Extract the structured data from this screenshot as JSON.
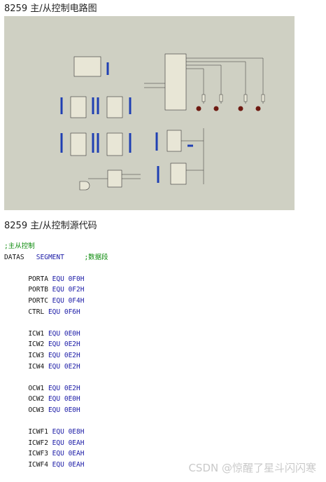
{
  "heading1": "8259 主/从控制电路图",
  "heading2": "8259 主/从控制源代码",
  "code": {
    "comment_line": ";主从控制",
    "segment_name": "DATAS",
    "segment_kw": "SEGMENT",
    "segment_comment": ";数据段",
    "equ_kw": "EQU",
    "groups": [
      [
        {
          "name": "PORTA",
          "value": "0F0H"
        },
        {
          "name": "PORTB",
          "value": "0F2H"
        },
        {
          "name": "PORTC",
          "value": "0F4H"
        },
        {
          "name": "CTRL",
          "value": "0F6H"
        }
      ],
      [
        {
          "name": "ICW1",
          "value": "0E0H"
        },
        {
          "name": "ICW2",
          "value": "0E2H"
        },
        {
          "name": "ICW3",
          "value": "0E2H"
        },
        {
          "name": "ICW4",
          "value": "0E2H"
        }
      ],
      [
        {
          "name": "OCW1",
          "value": "0E2H"
        },
        {
          "name": "OCW2",
          "value": "0E0H"
        },
        {
          "name": "OCW3",
          "value": "0E0H"
        }
      ],
      [
        {
          "name": "ICWF1",
          "value": "0E8H"
        },
        {
          "name": "ICWF2",
          "value": "0EAH"
        },
        {
          "name": "ICWF3",
          "value": "0EAH"
        },
        {
          "name": "ICWF4",
          "value": "0EAH"
        }
      ]
    ]
  },
  "watermark": "CSDN @惊醒了星斗闪闪寒",
  "colors": {
    "background": "#ffffff",
    "schematic_bg": "#cfd0c3",
    "comment": "#0a8a0a",
    "keyword": "#1a1aa6",
    "wire": "#1f3fb3",
    "led": "#6e1a12"
  }
}
